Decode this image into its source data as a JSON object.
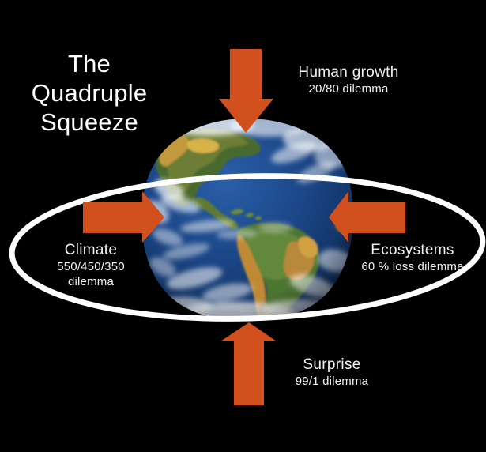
{
  "figure": {
    "title": "The\nQuadruple\nSqueeze",
    "background_color": "#000000",
    "arrow_color": "#d2501e",
    "ellipse_color": "#ffffff",
    "text_color": "#f2f2f2",
    "subject": "earth-globe-americas"
  },
  "pressures": {
    "top": {
      "name": "Human growth",
      "detail": "20/80 dilemma",
      "arrow_direction": "down"
    },
    "left": {
      "name": "Climate",
      "detail": "550/450/350",
      "detail2": "dilemma",
      "arrow_direction": "right"
    },
    "right": {
      "name": "Ecosystems",
      "detail": "60 % loss dilemma",
      "arrow_direction": "left"
    },
    "bottom": {
      "name": "Surprise",
      "detail": "99/1 dilemma",
      "arrow_direction": "up"
    }
  },
  "chart_data": {
    "type": "diagram",
    "title": "The Quadruple Squeeze",
    "center_object": "Earth",
    "items": [
      {
        "position": "top",
        "label": "Human growth",
        "sublabel": "20/80 dilemma",
        "arrow": "down"
      },
      {
        "position": "left",
        "label": "Climate",
        "sublabel": "550/450/350 dilemma",
        "arrow": "right"
      },
      {
        "position": "right",
        "label": "Ecosystems",
        "sublabel": "60 % loss dilemma",
        "arrow": "left"
      },
      {
        "position": "bottom",
        "label": "Surprise",
        "sublabel": "99/1 dilemma",
        "arrow": "up"
      }
    ],
    "annotations": [
      "white ellipse encircling the globe"
    ]
  }
}
